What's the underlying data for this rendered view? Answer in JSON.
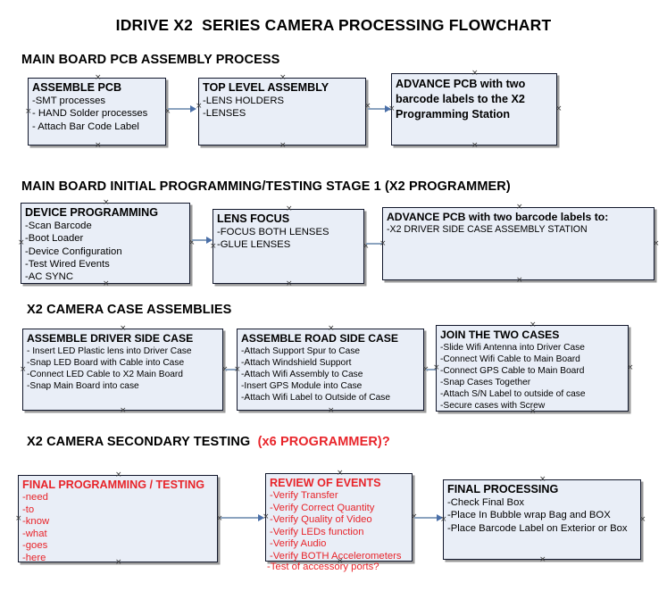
{
  "document": {
    "title": "IDRIVE X2  SERIES CAMERA PROCESSING FLOWCHART"
  },
  "sections": [
    {
      "id": "main-board-pcb-assembly",
      "heading": "MAIN BOARD PCB ASSEMBLY PROCESS",
      "heading_red": "",
      "boxes": [
        {
          "id": "assemble-pcb",
          "title": "ASSEMBLE PCB",
          "lines": [
            "-SMT processes",
            "- HAND Solder processes",
            "- Attach Bar Code Label"
          ]
        },
        {
          "id": "top-level-assembly",
          "title": "TOP LEVEL ASSEMBLY",
          "lines": [
            "-LENS HOLDERS",
            "-LENSES"
          ]
        },
        {
          "id": "advance-pcb-programming-station",
          "title": "ADVANCE PCB with two barcode labels to the  X2 Programming Station",
          "lines": []
        }
      ]
    },
    {
      "id": "main-board-initial-programming",
      "heading": "MAIN BOARD INITIAL PROGRAMMING/TESTING STAGE 1 (X2 PROGRAMMER)",
      "heading_red": "",
      "boxes": [
        {
          "id": "device-programming",
          "title": "DEVICE PROGRAMMING",
          "lines": [
            "-Scan Barcode",
            "-Boot Loader",
            "-Device Configuration",
            "-Test Wired Events",
            "-AC SYNC"
          ]
        },
        {
          "id": "lens-focus",
          "title": "LENS FOCUS",
          "lines": [
            "-FOCUS BOTH LENSES",
            "-GLUE LENSES"
          ]
        },
        {
          "id": "advance-pcb-driver-side-case",
          "title": "ADVANCE PCB with two barcode labels to:",
          "lines": [
            "-X2 DRIVER  SIDE  CASE  ASSEMBLY STATION"
          ]
        }
      ]
    },
    {
      "id": "x2-camera-case-assemblies",
      "heading": "X2 CAMERA CASE ASSEMBLIES",
      "heading_red": "",
      "boxes": [
        {
          "id": "assemble-driver-side-case",
          "title": "ASSEMBLE DRIVER SIDE CASE",
          "lines": [
            "- Insert LED Plastic lens into Driver Case",
            "-Snap LED Board with Cable into Case",
            "-Connect LED Cable to X2 Main Board",
            "-Snap Main Board into case"
          ]
        },
        {
          "id": "assemble-road-side-case",
          "title": "ASSEMBLE ROAD SIDE CASE",
          "lines": [
            "-Attach Support Spur to Case",
            "-Attach Windshield Support",
            "-Attach Wifi Assembly to Case",
            "-Insert GPS Module into Case",
            "-Attach Wifi Label to Outside of Case"
          ]
        },
        {
          "id": "join-the-two-cases",
          "title": "JOIN THE TWO CASES",
          "lines": [
            "-Slide Wifi Antenna into Driver Case",
            "-Connect Wifi Cable to Main Board",
            "-Connect GPS Cable to Main Board",
            "-Snap Cases Together",
            "-Attach S/N Label to outside of case",
            "-Secure cases with Screw"
          ]
        }
      ]
    },
    {
      "id": "x2-camera-secondary-testing",
      "heading": "X2 CAMERA SECONDARY TESTING",
      "heading_red": "(x6 PROGRAMMER)?",
      "boxes": [
        {
          "id": "final-programming-testing",
          "title": "FINAL PROGRAMMING / TESTING",
          "lines": [
            "-need",
            "-to",
            "-know",
            "-what",
            "-goes",
            "-here"
          ]
        },
        {
          "id": "review-of-events",
          "title": "REVIEW OF EVENTS",
          "lines": [
            "-Verify Transfer",
            "-Verify Correct Quantity",
            "-Verify Quality of Video",
            "-Verify LEDs function",
            "-Verify Audio",
            "-Verify BOTH Accelerometers"
          ],
          "overflow_line": "-Test of accessory ports?"
        },
        {
          "id": "final-processing",
          "title": "FINAL PROCESSING",
          "lines": [
            " -Check Final Box",
            "-Place In Bubble wrap Bag and BOX",
            "-Place Barcode Label on Exterior or Box"
          ]
        }
      ]
    }
  ],
  "colors": {
    "box_fill": "#e9eef7",
    "box_border": "#11172b",
    "box_shadow": "#9a9a9a",
    "accent_red": "#e8242a",
    "connector_line": "#8ba3bf",
    "connector_head": "#4a6fa8",
    "text": "#000000"
  },
  "connectors": {
    "count": 8,
    "style": "straight-arrow-right"
  }
}
